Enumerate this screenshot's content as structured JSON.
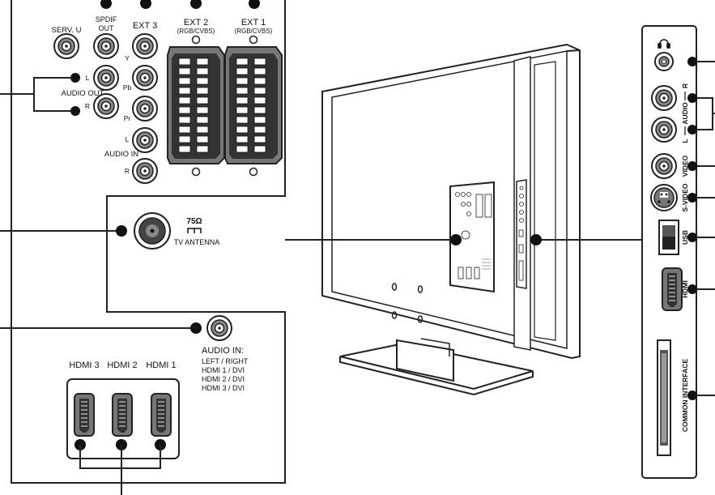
{
  "rear_panel": {
    "serv_u": "SERV. U",
    "spdif_out": [
      "SPDIF",
      "OUT"
    ],
    "ext3": "EXT 3",
    "ext2": "EXT 2",
    "ext1": "EXT 1",
    "rgb_cvbs": "(RGB/CVBS)",
    "ypbpr": [
      "Y",
      "Pb",
      "Pr"
    ],
    "audio_out": "AUDIO OUT",
    "audio_in": "AUDIO IN",
    "left": "L",
    "right": "R",
    "antenna_ohm": "75Ω",
    "antenna_label": "TV ANTENNA",
    "audio_in_header": "AUDIO IN:",
    "audio_in_lines": [
      "LEFT / RIGHT",
      "HDMI 1 / DVI",
      "HDMI 2 / DVI",
      "HDMI 3 / DVI"
    ],
    "hdmi_labels": [
      "HDMI 3",
      "HDMI 2",
      "HDMI 1"
    ]
  },
  "side_panel": {
    "headphone_icon": "headphone-icon",
    "audio": "AUDIO",
    "right": "R",
    "left": "L",
    "video": "VIDEO",
    "s_video": "S-VIDEO",
    "usb": "USB",
    "hdmi": "HDMI",
    "common_interface": "COMMON INTERFACE"
  }
}
